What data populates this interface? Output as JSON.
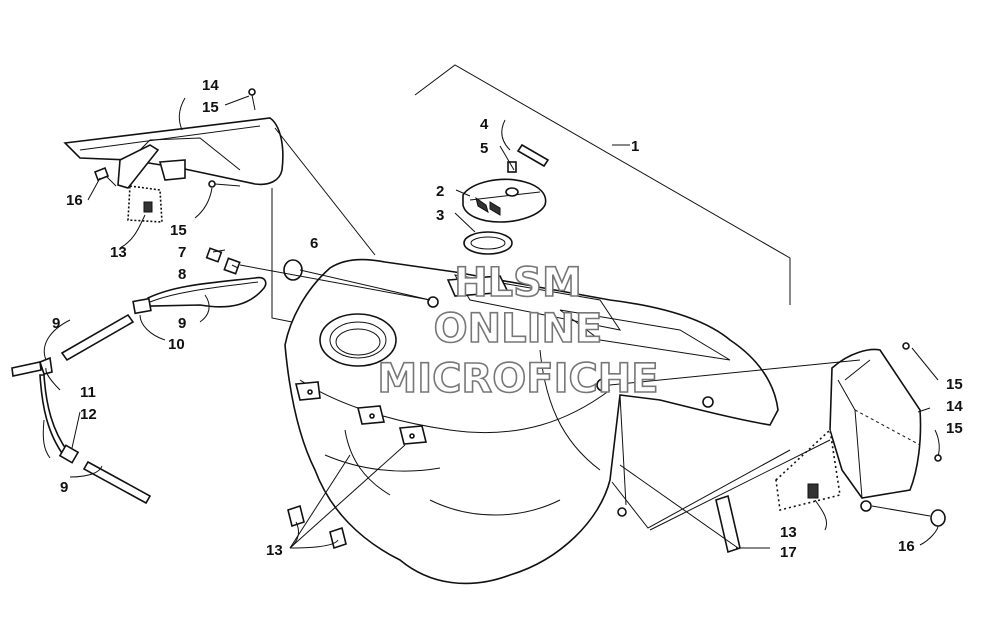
{
  "callouts": {
    "c1": "1",
    "c2": "2",
    "c3": "3",
    "c4": "4",
    "c5": "5",
    "c6": "6",
    "c7": "7",
    "c8": "8",
    "c9a": "9",
    "c9b": "9",
    "c9c": "9",
    "c10": "10",
    "c11": "11",
    "c12": "12",
    "c13a": "13",
    "c13b": "13",
    "c13c": "13",
    "c14a": "14",
    "c14b": "14",
    "c15a": "15",
    "c15b": "15",
    "c15c": "15",
    "c15d": "15",
    "c16a": "16",
    "c16b": "16",
    "c17": "17"
  },
  "watermark": {
    "line1": "HLSM",
    "line2": "ONLINE",
    "line3": "MICROFICHE"
  },
  "colors": {
    "ink": "#111111",
    "watermark_outline": "#777777",
    "background": "#ffffff"
  }
}
